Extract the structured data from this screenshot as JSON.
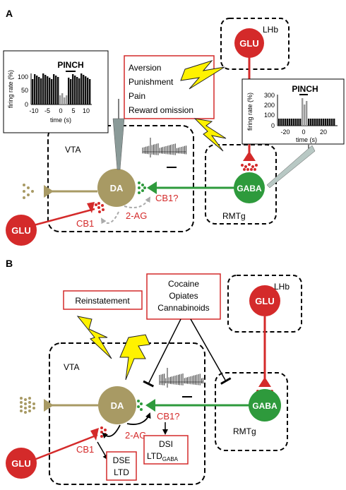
{
  "panel_a": {
    "letter": "A",
    "vta_label": "VTA",
    "lhb_label": "LHb",
    "rmtg_label": "RMTg",
    "da_label": "DA",
    "gaba_label": "GABA",
    "glu_lhb_label": "GLU",
    "glu_left_label": "GLU",
    "cb1_label": "CB1",
    "cb1q_label": "CB1?",
    "two_ag_label": "2-AG",
    "stimuli": [
      "Aversion",
      "Punishment",
      "Pain",
      "Reward omission"
    ],
    "hist_left": {
      "title": "PINCH",
      "ylabel": "firing rate (%)",
      "xlabel": "time (s)",
      "yticks": [
        "100",
        "50",
        "0"
      ],
      "xticks": [
        "-10",
        "-5",
        "0",
        "5",
        "10"
      ]
    },
    "hist_right": {
      "title": "PINCH",
      "ylabel": "firing rate (%)",
      "xlabel": "time (s)",
      "yticks": [
        "300",
        "200",
        "100",
        "0"
      ],
      "xticks": [
        "-20",
        "0",
        "20"
      ]
    }
  },
  "panel_b": {
    "letter": "B",
    "vta_label": "VTA",
    "lhb_label": "LHb",
    "rmtg_label": "RMTg",
    "da_label": "DA",
    "gaba_label": "GABA",
    "glu_lhb_label": "GLU",
    "glu_left_label": "GLU",
    "cb1_label": "CB1",
    "cb1q_label": "CB1?",
    "two_ag_label": "2-AG",
    "reinstatement": "Reinstatement",
    "drugs": [
      "Cocaine",
      "Opiates",
      "Cannabinoids"
    ],
    "dse_lines": [
      "DSE",
      "LTD"
    ],
    "dsi_line1": "DSI",
    "ltd_main": "LTD",
    "ltd_sub": "GABA"
  },
  "colors": {
    "da": "#a89a64",
    "gaba": "#2e9a3c",
    "glu": "#d42a2a",
    "lightning": "#fff200",
    "red_box": "#d42a2a"
  }
}
